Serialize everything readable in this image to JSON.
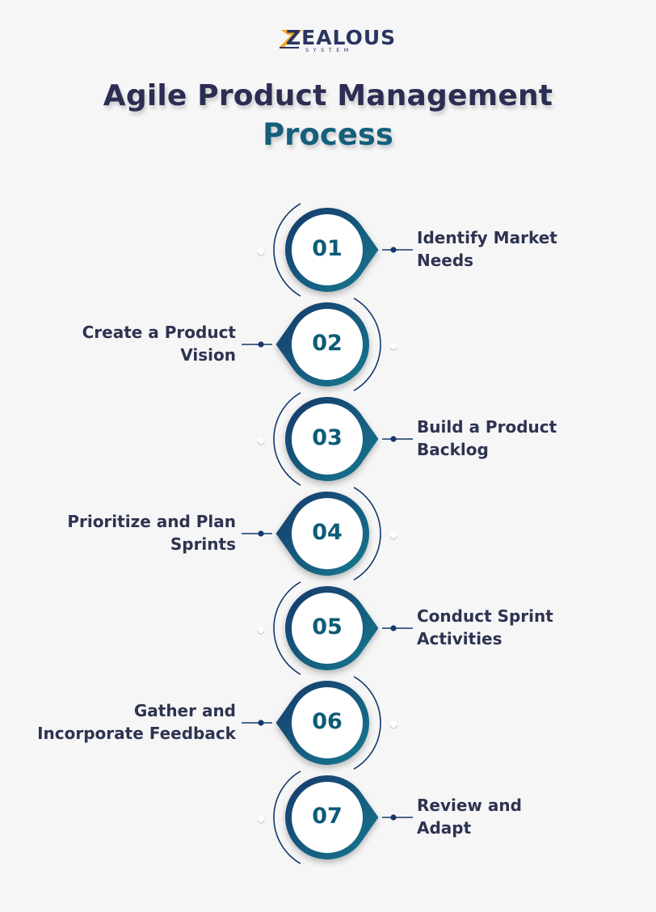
{
  "logo": {
    "name": "ZEALOUS",
    "tagline": "SYSTEM"
  },
  "title": {
    "line1": "Agile Product Management",
    "line2": "Process"
  },
  "colors": {
    "navy": "#13386b",
    "teal": "#1a7a8f",
    "text_dark": "#2d3350",
    "number": "#0d5c76",
    "background": "#f6f6f7",
    "accent_orange": "#f0a51f"
  },
  "steps": [
    {
      "number": "01",
      "label_line1": "Identify Market",
      "label_line2": "Needs",
      "side": "right"
    },
    {
      "number": "02",
      "label_line1": "Create a Product",
      "label_line2": "Vision",
      "side": "left"
    },
    {
      "number": "03",
      "label_line1": "Build a Product",
      "label_line2": "Backlog",
      "side": "right"
    },
    {
      "number": "04",
      "label_line1": "Prioritize and Plan",
      "label_line2": "Sprints",
      "side": "left"
    },
    {
      "number": "05",
      "label_line1": "Conduct Sprint",
      "label_line2": "Activities",
      "side": "right"
    },
    {
      "number": "06",
      "label_line1": "Gather and",
      "label_line2": "Incorporate Feedback",
      "side": "left"
    },
    {
      "number": "07",
      "label_line1": "Review and",
      "label_line2": "Adapt",
      "side": "right"
    }
  ]
}
